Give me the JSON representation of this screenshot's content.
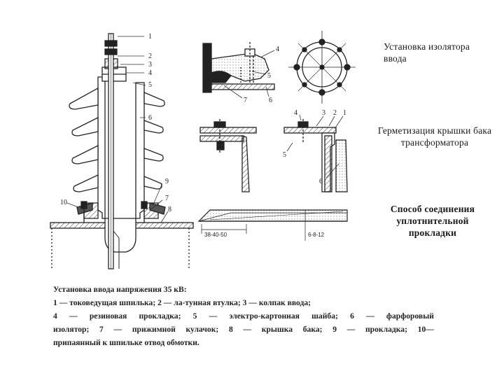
{
  "captions": {
    "input_insulator": "Установка изолятора ввода",
    "lid_sealing": "Герметизация крышки бака трансформатора",
    "gasket_joint": "Способ соединения уплотнительной прокладки"
  },
  "legend": {
    "heading": "Установка ввода напряжения 35 кВ:",
    "line1": "1 — токоведущая шпилька; 2 — ла-тунная втулка; 3 — колпак ввода;",
    "line2_parts": [
      "4",
      "—",
      "резиновая",
      "прокладка;",
      "5",
      "—",
      "электро-картонная",
      "шайба;",
      "6",
      "—",
      "фарфоровый"
    ],
    "line3_parts": [
      "изолятор;",
      "7",
      "—",
      "прижимной",
      "кулачок;",
      "8",
      "—",
      "крышка",
      "бака;",
      "9",
      "—",
      "прокладка;",
      "10—"
    ],
    "line4": "припаянный к шпильке отвод обмотки."
  },
  "labels": {
    "main": [
      "1",
      "2",
      "3",
      "4",
      "5",
      "6",
      "7",
      "8",
      "9",
      "10"
    ],
    "detail": [
      "4",
      "5",
      "7",
      "6"
    ],
    "seal": [
      "4",
      "3",
      "2",
      "1",
      "5",
      "6"
    ]
  },
  "dimensions": {
    "overlap": "38-40-50",
    "thickness": "6-8-12"
  }
}
